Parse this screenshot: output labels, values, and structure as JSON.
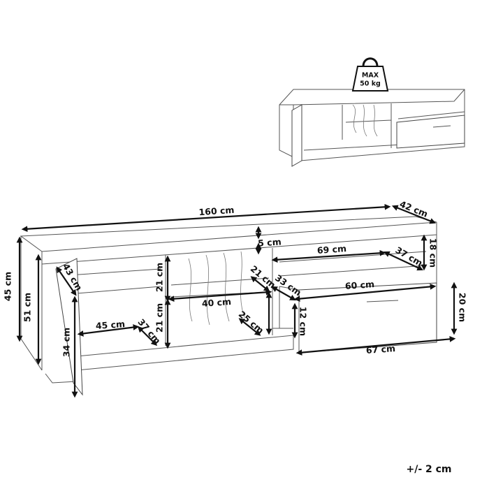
{
  "weight_badge": {
    "line1": "MAX",
    "line2": "50 kg"
  },
  "dimensions": {
    "width": "160 cm",
    "depth": "42 cm",
    "height_total": "45 cm",
    "height_inner_door": "51 cm",
    "door_width": "43 cm",
    "door_height": "34 cm",
    "left_compartment_width": "45 cm",
    "left_compartment_depth": "37 cm",
    "middle_upper_height": "21 cm",
    "middle_lower_height": "21 cm",
    "middle_width": "40 cm",
    "middle_upper_depth": "21 cm",
    "middle_lower_depth": "25 cm",
    "top_thickness": "5 cm",
    "right_shelf_width": "69 cm",
    "right_shelf_depth": "37 cm",
    "right_shelf_height": "18 cm",
    "drawer_depth": "33 cm",
    "drawer_inner_width": "60 cm",
    "drawer_inner_height": "12 cm",
    "drawer_front_height": "20 cm",
    "drawer_front_width": "67 cm"
  },
  "tolerance": "+/- 2 cm"
}
